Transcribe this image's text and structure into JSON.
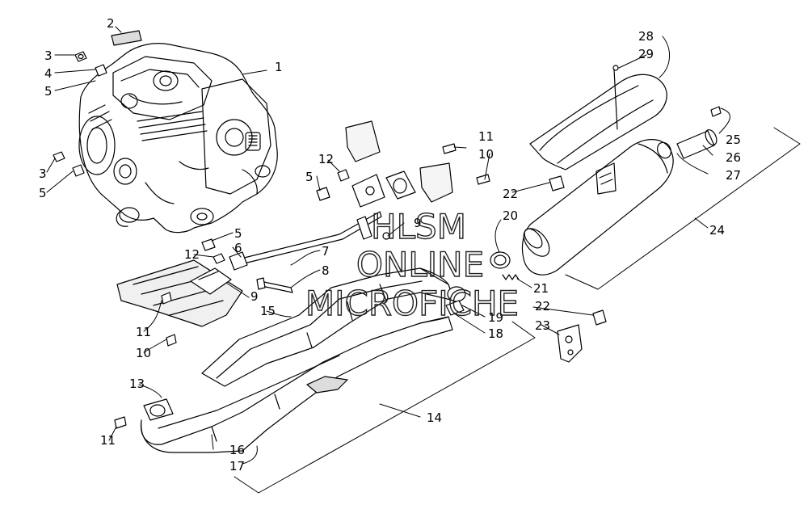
{
  "diagram": {
    "callouts": [
      {
        "label": "1"
      },
      {
        "label": "2"
      },
      {
        "label": "3"
      },
      {
        "label": "4"
      },
      {
        "label": "5"
      },
      {
        "label": "3"
      },
      {
        "label": "5"
      },
      {
        "label": "12"
      },
      {
        "label": "5"
      },
      {
        "label": "11"
      },
      {
        "label": "10"
      },
      {
        "label": "5"
      },
      {
        "label": "6"
      },
      {
        "label": "12"
      },
      {
        "label": "7"
      },
      {
        "label": "8"
      },
      {
        "label": "9"
      },
      {
        "label": "15"
      },
      {
        "label": "11"
      },
      {
        "label": "10"
      },
      {
        "label": "9"
      },
      {
        "label": "20"
      },
      {
        "label": "22"
      },
      {
        "label": "21"
      },
      {
        "label": "19"
      },
      {
        "label": "18"
      },
      {
        "label": "22"
      },
      {
        "label": "23"
      },
      {
        "label": "24"
      },
      {
        "label": "28"
      },
      {
        "label": "29"
      },
      {
        "label": "25"
      },
      {
        "label": "26"
      },
      {
        "label": "27"
      },
      {
        "label": "13"
      },
      {
        "label": "11"
      },
      {
        "label": "14"
      },
      {
        "label": "16"
      },
      {
        "label": "17"
      }
    ],
    "watermark": {
      "line1": "HLSM",
      "line2": "ONLINE",
      "line3": "MICROFICHE"
    },
    "colors": {
      "ink": "#000000",
      "shade": "#dcdcdc",
      "background": "#ffffff"
    }
  }
}
